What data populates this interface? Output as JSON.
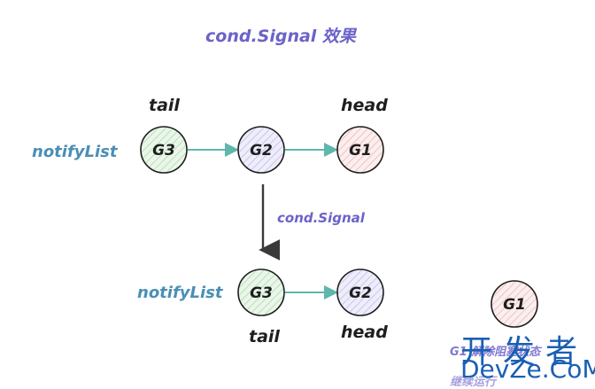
{
  "title": "cond.Signal 效果",
  "before": {
    "list_label": "notifyList",
    "tail_label": "tail",
    "head_label": "head",
    "nodes": [
      "G3",
      "G2",
      "G1"
    ]
  },
  "operation_label": "cond.Signal",
  "after": {
    "list_label": "notifyList",
    "tail_label": "tail",
    "head_label": "head",
    "nodes": [
      "G3",
      "G2"
    ]
  },
  "released": {
    "node": "G1",
    "note_line1": "G1 解除阻塞状态",
    "note_line2": "继续运行"
  },
  "watermark": {
    "cn": "开发者",
    "en": "DevZe.CoM"
  },
  "colors": {
    "g3_fill": "#d6ecd6",
    "g2_fill": "#dcdaf3",
    "g1_fill": "#f5dada",
    "node_stroke": "#1e1e1e",
    "link_arrow": "#5fb6ac",
    "down_arrow": "#3a3a3a"
  }
}
